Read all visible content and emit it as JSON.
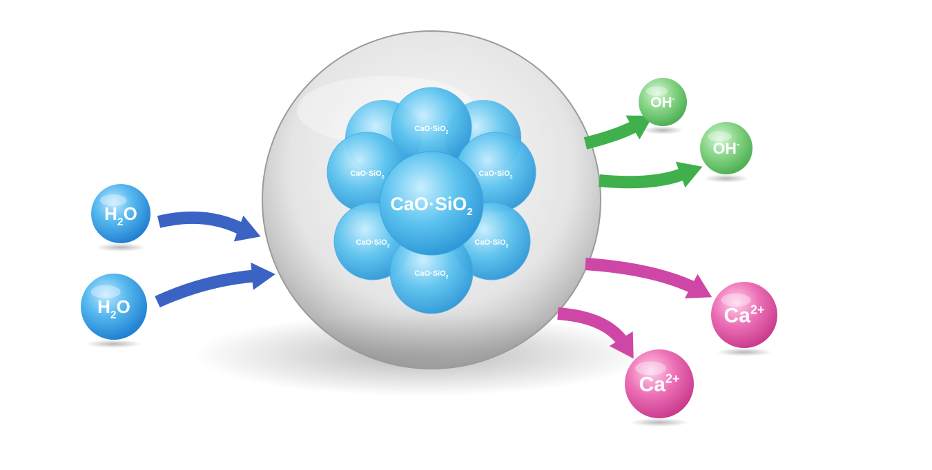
{
  "colors": {
    "water": "#3d9fe6",
    "core": "#4bb6ea",
    "hydroxide": "#72cc74",
    "calcium": "#e35aa8",
    "arrow_blue": "#3a63c4",
    "arrow_green": "#3fb04c",
    "arrow_pink": "#cf47a6"
  },
  "inputs": [
    {
      "base": "H",
      "sub": "2",
      "rest": "O"
    },
    {
      "base": "H",
      "sub": "2",
      "rest": "O"
    }
  ],
  "core": {
    "main": {
      "base": "CaO·SiO",
      "sub": "2"
    },
    "satellites": [
      {
        "base": "CaO·SiO",
        "sub": "2"
      },
      {
        "base": "CaO·SiO",
        "sub": "2"
      },
      {
        "base": "CaO·SiO",
        "sub": "2"
      },
      {
        "base": "CaO·SiO",
        "sub": "2"
      },
      {
        "base": "CaO·SiO",
        "sub": "2"
      },
      {
        "base": "CaO·SiO",
        "sub": "2"
      }
    ]
  },
  "outputs_hydroxide": [
    {
      "base": "OH",
      "sup": "-"
    },
    {
      "base": "OH",
      "sup": "-"
    }
  ],
  "outputs_calcium": [
    {
      "base": "Ca",
      "sup": "2+"
    },
    {
      "base": "Ca",
      "sup": "2+"
    }
  ]
}
